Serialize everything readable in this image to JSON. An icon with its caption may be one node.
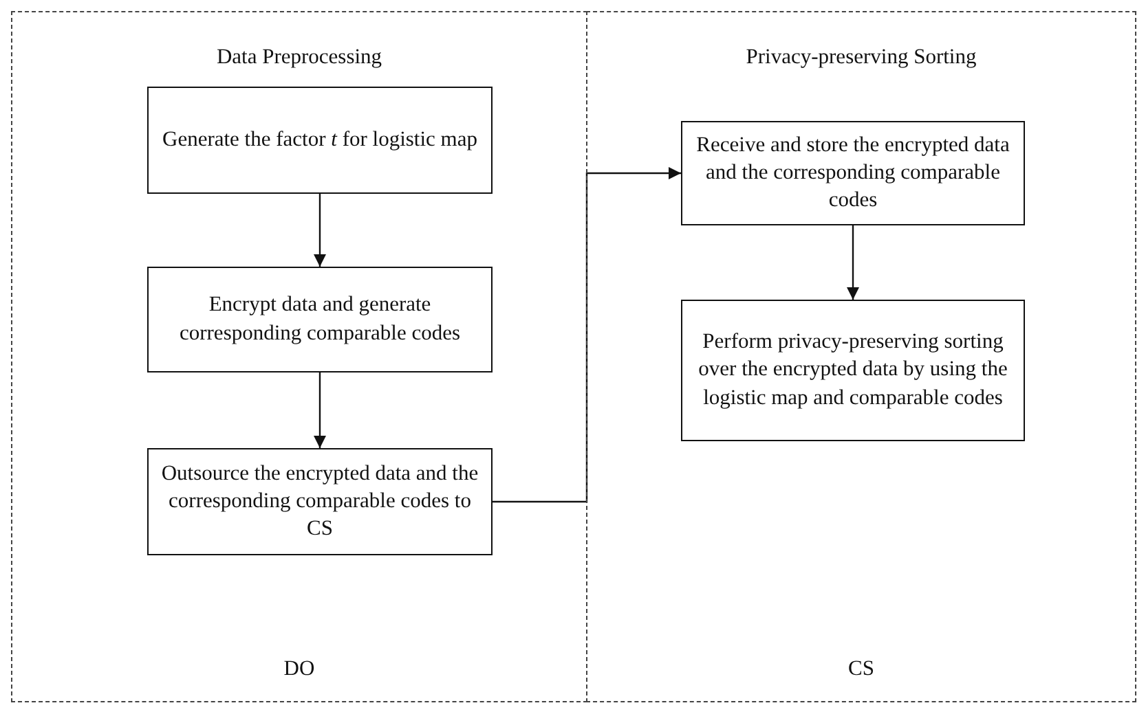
{
  "diagram": {
    "nodes": [
      {
        "text": [
          "Data Preprocessing",
          "DO"
        ]
      },
      {
        "text": [
          "Privacy-preserving Sorting",
          "CS"
        ]
      },
      {
        "text": [
          "Generate the factor *t* for logistic map"
        ],
        "in": 0
      },
      {
        "text": [
          "Encrypt data and generate corresponding comparable codes"
        ],
        "in": 0
      },
      {
        "text": [
          "Outsource the encrypted data and the corresponding comparable codes to CS"
        ],
        "in": 0
      },
      {
        "text": [
          "Receive and store the encrypted data and the corresponding comparable codes"
        ],
        "in": 1
      },
      {
        "text": [
          "Perform privacy-preserving sorting over the encrypted data by using the logistic map and comparable codes"
        ],
        "in": 1
      }
    ],
    "edges": [
      {
        "from": 2,
        "to": 3,
        "arrow": "to"
      },
      {
        "from": 3,
        "to": 4,
        "arrow": "to"
      },
      {
        "from": 4,
        "to": 5,
        "arrow": "to"
      },
      {
        "from": 5,
        "to": 6,
        "arrow": "to"
      }
    ]
  }
}
